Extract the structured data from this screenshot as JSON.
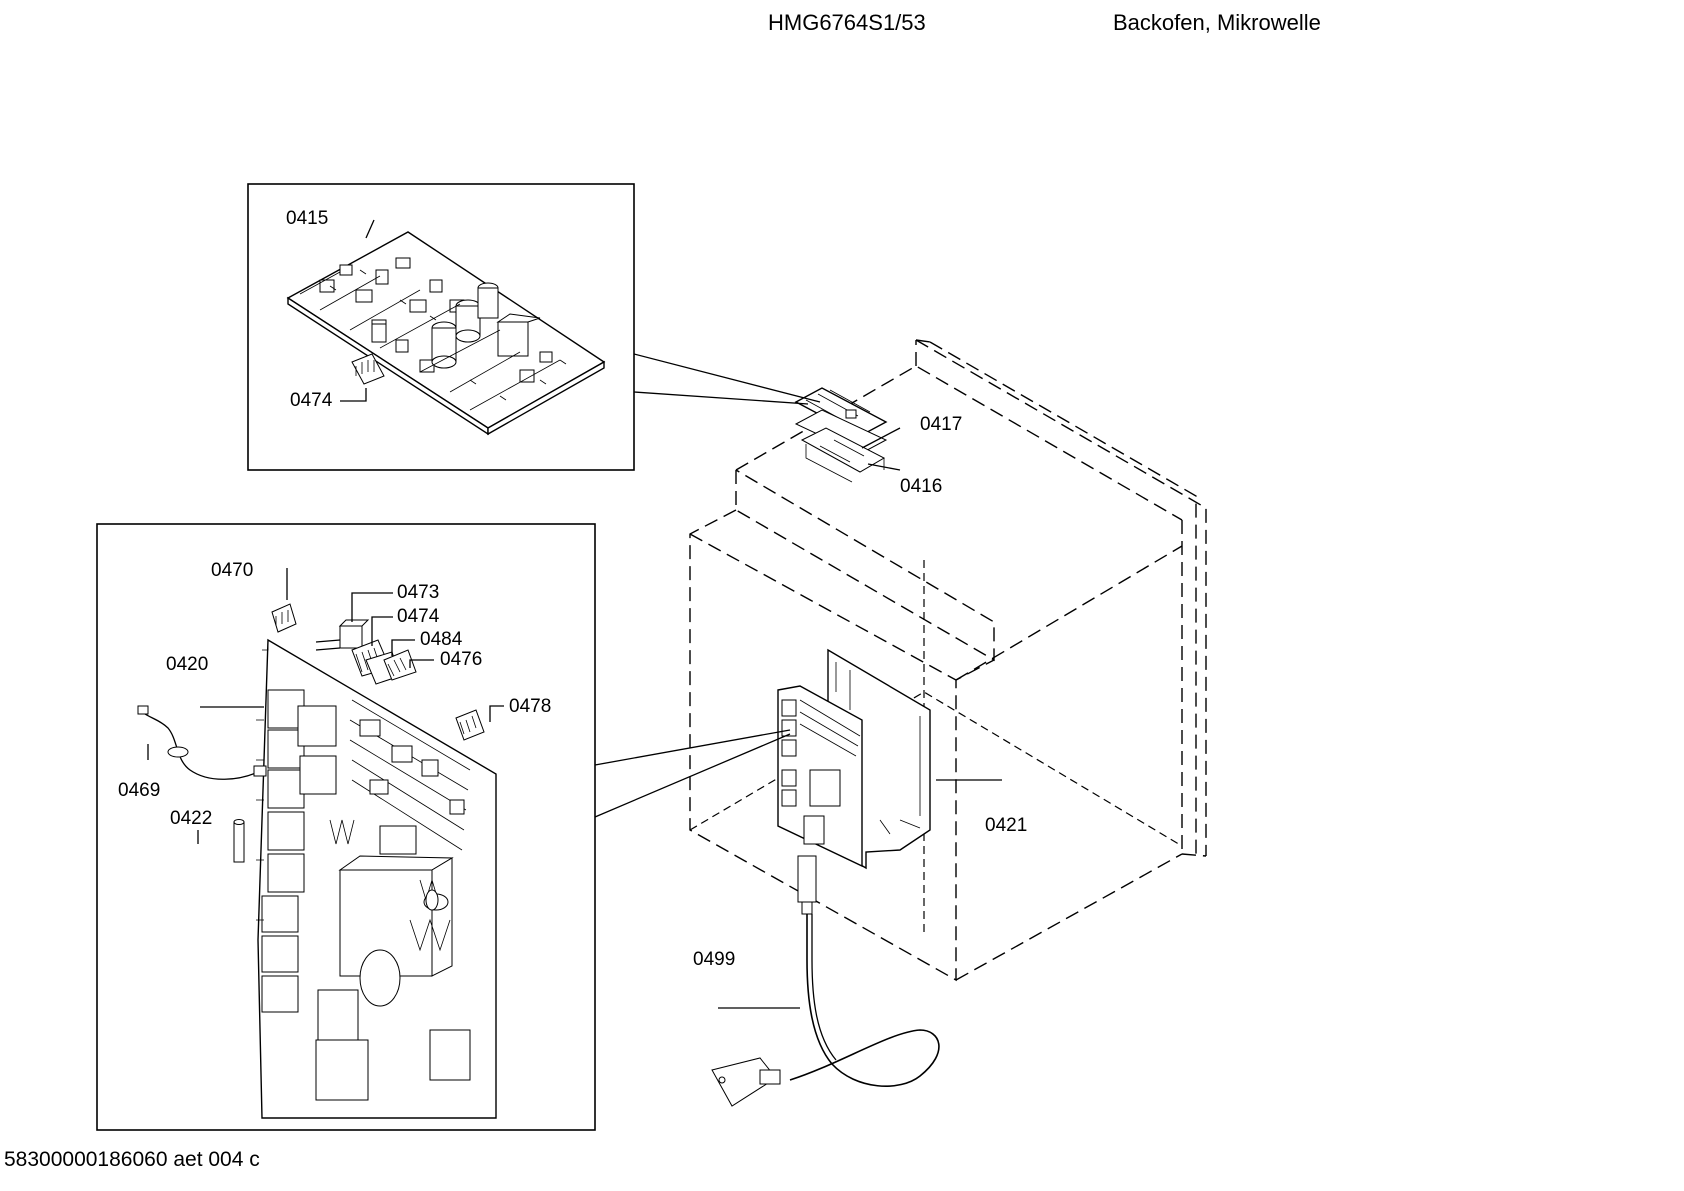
{
  "header": {
    "model": "HMG6764S1/53",
    "description": "Backofen, Mikrowelle"
  },
  "footer": {
    "code": "58300000186060 aet 004 c"
  },
  "parts": {
    "p0415": "0415",
    "p0474a": "0474",
    "p0417": "0417",
    "p0416": "0416",
    "p0470": "0470",
    "p0473": "0473",
    "p0474b": "0474",
    "p0484": "0484",
    "p0476": "0476",
    "p0420": "0420",
    "p0478": "0478",
    "p0469": "0469",
    "p0422": "0422",
    "p0421": "0421",
    "p0499": "0499"
  }
}
